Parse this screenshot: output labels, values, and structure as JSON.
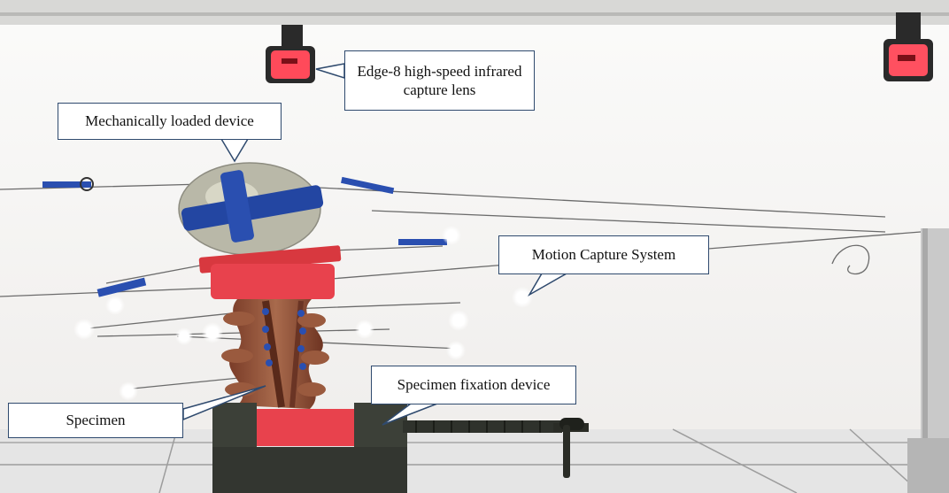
{
  "callouts": {
    "lens": "Edge-8 high-speed infrared capture lens",
    "mechanical": "Mechanically loaded device",
    "motion": "Motion Capture System",
    "fixation": "Specimen fixation device",
    "specimen": "Specimen"
  },
  "colors": {
    "wall": "#f4f3f0",
    "floor": "#e6e6e6",
    "camera_body": "#2a2a2a",
    "camera_lens": "#ff4a5a",
    "fixture_red": "#e8424d",
    "vise": "#3c4038",
    "spine": "#8a4a34",
    "marker_blue": "#2a4fb0",
    "callout_border": "#2f4a6e"
  }
}
